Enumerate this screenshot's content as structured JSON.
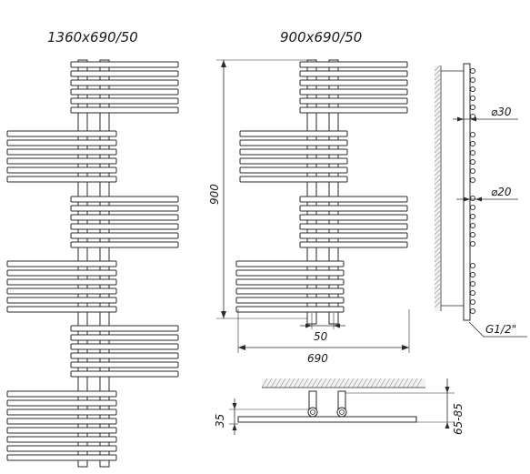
{
  "diagram": {
    "labels": {
      "model_left": "1360x690/50",
      "model_right": "900x690/50",
      "dim_height": "900",
      "dim_width": "690",
      "dim_axis": "50",
      "dim_diam_large": "⌀30",
      "dim_diam_small": "⌀20",
      "dim_thread": "G1/2\"",
      "dim_depth": "35",
      "dim_wall": "65-85"
    },
    "colors": {
      "line": "#2a2a2a",
      "hatch": "#9a9a9a",
      "background": "#ffffff"
    }
  }
}
